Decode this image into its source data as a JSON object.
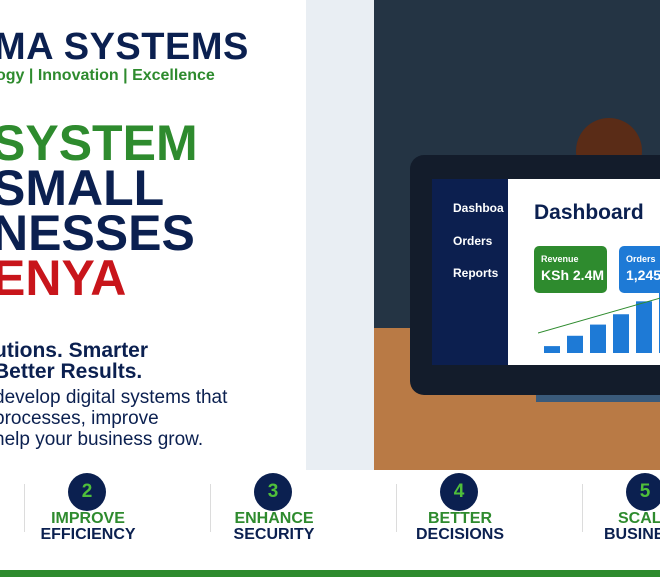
{
  "brand": {
    "name": "MA SYSTEMS",
    "tagline": "ogy | Innovation | Excellence"
  },
  "headline": {
    "line1": "SYSTEM",
    "line2": "SMALL",
    "line3": "NESSES",
    "line4": "ENYA"
  },
  "subheadline": {
    "line1": "utions. Smarter",
    "line2": "Better Results."
  },
  "body": {
    "line1": "develop digital systems that",
    "line2": "processes, improve",
    "line3": "help your business grow."
  },
  "dashboard": {
    "nav": [
      "Dashboa",
      "Orders",
      "Reports"
    ],
    "title": "Dashboard",
    "cards": [
      {
        "label": "Revenue",
        "value": "KSh 2.4M"
      },
      {
        "label": "Orders",
        "value": "1,245"
      }
    ]
  },
  "chart_data": {
    "type": "bar",
    "values": [
      8,
      20,
      33,
      45,
      60,
      72
    ],
    "trend_line": true
  },
  "benefits": [
    {
      "number": "2",
      "top": "IMPROVE",
      "bottom": "EFFICIENCY"
    },
    {
      "number": "3",
      "top": "ENHANCE",
      "bottom": "SECURITY"
    },
    {
      "number": "4",
      "top": "BETTER",
      "bottom": "DECISIONS"
    },
    {
      "number": "5",
      "top": "SCAL",
      "bottom": "BUSINE"
    }
  ],
  "colors": {
    "navy": "#0b2050",
    "green": "#2e8b2e",
    "red": "#c8151b",
    "blue": "#1e7ad6"
  }
}
